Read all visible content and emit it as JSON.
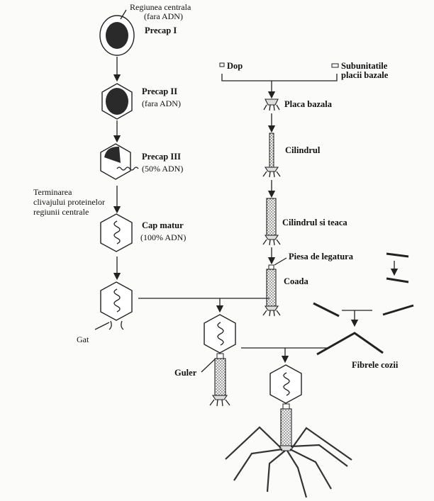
{
  "labels": {
    "central_region": "Regiunea centrala",
    "no_dna_1": "(fara ADN)",
    "precap1": "Precap I",
    "precap2": "Precap II",
    "no_dna_2": "(fara ADN)",
    "precap3": "Precap III",
    "dna50": "(50% ADN)",
    "term_line1": "Terminarea",
    "term_line2": "clivajului proteinelor",
    "term_line3": "regiunii centrale",
    "mature_head": "Cap matur",
    "dna100": "(100% ADN)",
    "neck": "Gat",
    "collar": "Guler",
    "plug": "Dop",
    "baseplate_sub_line1": "Subunitatile",
    "baseplate_sub_line2": "placii bazale",
    "baseplate": "Placa bazala",
    "cylinder": "Cilindrul",
    "cylinder_sheath": "Cilindrul si teaca",
    "connector": "Piesa de legatura",
    "tail": "Coada",
    "tail_fibers": "Fibrele cozii"
  }
}
